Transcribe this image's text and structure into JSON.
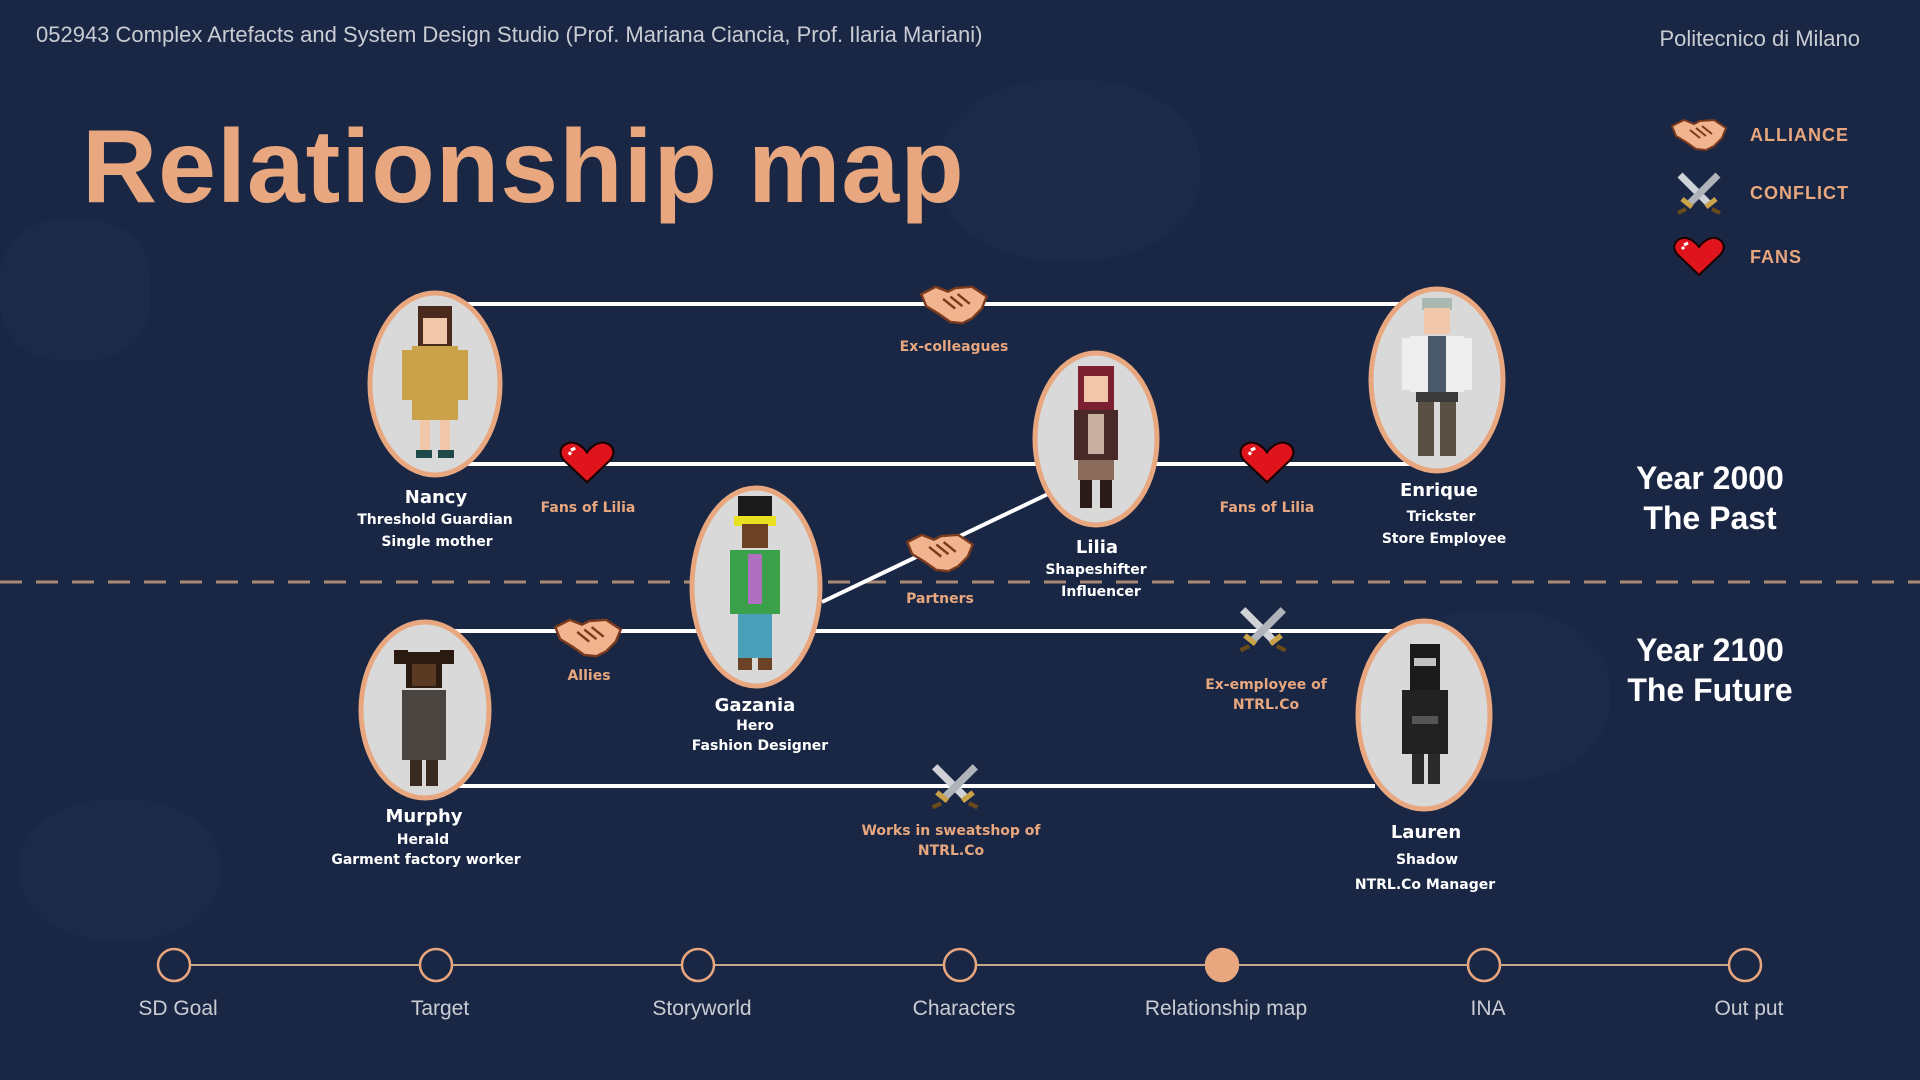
{
  "header": {
    "course": "052943 Complex Artefacts and System Design Studio (Prof. Mariana Ciancia, Prof. Ilaria Mariani)",
    "university": "Politecnico di Milano"
  },
  "title": "Relationship map",
  "legend": [
    {
      "icon": "handshake-icon",
      "label": "ALLIANCE"
    },
    {
      "icon": "crossed-swords-icon",
      "label": "CONFLICT"
    },
    {
      "icon": "heart-icon",
      "label": "FANS"
    }
  ],
  "periods": {
    "past": {
      "year": "Year 2000",
      "name": "The Past"
    },
    "future": {
      "year": "Year 2100",
      "name": "The Future"
    }
  },
  "characters": {
    "nancy": {
      "name": "Nancy",
      "archetype": "Threshold Guardian",
      "role": "Single mother"
    },
    "enrique": {
      "name": "Enrique",
      "archetype": "Trickster",
      "role": "Store Employee"
    },
    "lilia": {
      "name": "Lilia",
      "archetype": "Shapeshifter",
      "role": "Influencer"
    },
    "gazania": {
      "name": "Gazania",
      "archetype": "Hero",
      "role": "Fashion Designer"
    },
    "murphy": {
      "name": "Murphy",
      "archetype": "Herald",
      "role": "Garment factory worker"
    },
    "lauren": {
      "name": "Lauren",
      "archetype": "Shadow",
      "role": "NTRL.Co Manager"
    }
  },
  "relationships": {
    "ex_colleagues": {
      "type": "alliance",
      "label": "Ex-colleagues"
    },
    "fans_nancy": {
      "type": "fans",
      "label": "Fans of Lilia"
    },
    "fans_enrique": {
      "type": "fans",
      "label": "Fans of Lilia"
    },
    "partners": {
      "type": "alliance",
      "label": "Partners"
    },
    "allies": {
      "type": "alliance",
      "label": "Allies"
    },
    "ex_employee": {
      "type": "conflict",
      "label1": "Ex-employee of",
      "label2": "NTRL.Co"
    },
    "sweatshop": {
      "type": "conflict",
      "label1": "Works in sweatshop of",
      "label2": "NTRL.Co"
    }
  },
  "nav": {
    "items": [
      "SD Goal",
      "Target",
      "Storyworld",
      "Characters",
      "Relationship map",
      "INA",
      "Out put"
    ],
    "active_index": 4
  },
  "colors": {
    "background": "#1a2744",
    "accent": "#e8a77e",
    "text": "#ffffff",
    "muted": "#c9ccd3"
  }
}
